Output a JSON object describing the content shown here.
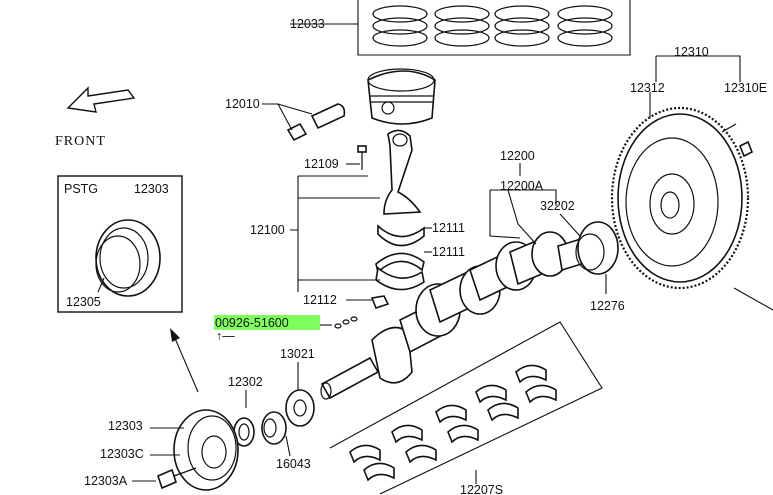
{
  "labels": {
    "piston_rings": "12033",
    "piston": "12010",
    "front": "FRONT",
    "conrod_bolt": "12109",
    "conrod": "12100",
    "bearing_upper": "12111",
    "bearing_lower": "12111",
    "nut": "12112",
    "pstg": "PSTG",
    "pulley_box": "12303",
    "pulley_seal": "12305",
    "highlight_part": "00926-51600",
    "crankshaft": "12200",
    "crank_assy": "12200A",
    "thrust": "32202",
    "seal_rear": "12276",
    "flywheel": "12310",
    "ring_gear": "12312",
    "flywheel_bolt": "12310E",
    "sprocket_key": "13021",
    "key_small": "12302",
    "pulley": "12303",
    "pulley_c": "12303C",
    "pulley_bolt": "12303A",
    "gear": "16043",
    "bearing_set": "12207S"
  },
  "colors": {
    "highlight": "#7dff5c",
    "ink": "#111111"
  }
}
